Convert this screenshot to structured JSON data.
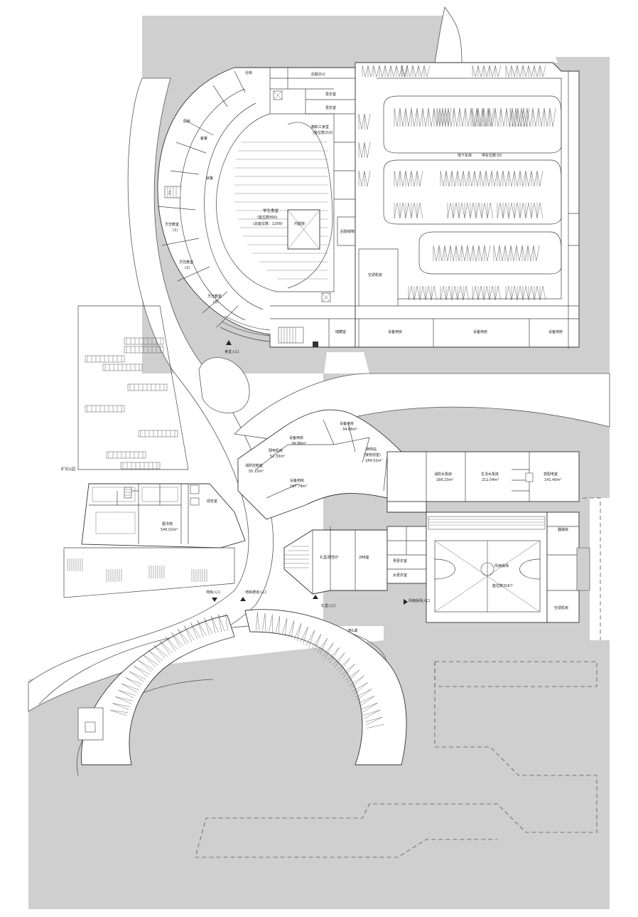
{
  "labels": {
    "warehouse": "仓库",
    "logistics_office": "后勤办公",
    "changing_room_1": "更衣室",
    "changing_room_2": "更衣室",
    "staff_canteen": "教职工食堂",
    "staff_canteen_seats": "(座位数210)",
    "kitchen": "厨房",
    "dining_space": "备餐",
    "dining_hall": "就餐",
    "student_canteen": "学生食堂",
    "student_canteen_seats": "(座位数990)",
    "student_canteen_total": "(总座位数：1200)",
    "underground_garage": "地下车库",
    "parking_spaces": "停车位数:93",
    "classroom_1": "烹饪教室",
    "classroom_1_no": "(1)",
    "classroom_2": "烹饪教室",
    "classroom_2_no": "(2)",
    "classroom_3": "烹饪教室",
    "classroom_3_no": "(3)",
    "inner_courtyard": "内庭院",
    "logistics_storage": "后勤储物",
    "ac_room": "空调机房",
    "storage": "储藏室",
    "equipment_room_1": "设备用房",
    "equipment_room_2": "设备用房",
    "canteen_entrance": "食堂入口",
    "mine_park": "矿坑公园",
    "equipment_room_3": "设备用房",
    "equipment_room_3_area": "34.88m²",
    "equipment_room_4": "设备用房",
    "weak_current_room": "弱电机房",
    "weak_current_area": "52.33m²",
    "fire_control_room": "消防控制室",
    "fire_control_area": "55.15m²",
    "heat_exchange": "换热站",
    "heat_exchange_sub": "(接管前室)",
    "heat_exchange_area": "184.02m²",
    "equipment_room_5": "设备用房",
    "equipment_room_5_area": "187.78m²",
    "fire_pump_room": "消防水泵房",
    "fire_pump_area": "166.23m²",
    "domestic_pump_room": "生活水泵房",
    "domestic_pump_area": "211.04m²",
    "substation": "变配电室",
    "substation_area": "141.40m²",
    "library": "图书馆",
    "library_area": "545.02m²",
    "reading_room": "阅览室",
    "auditorium": "礼堂/报告厅",
    "auditorium_seats": "288座",
    "auditorium_entrance": "礼堂入口",
    "rain_stadium": "风雨操场",
    "bleacher_seats": "座位数316个",
    "stadium_entrance": "风雨操场入口",
    "equipment_store": "器械库",
    "ac_room_2": "空调机房",
    "male_changing": "男更衣室",
    "female_changing": "女更衣室",
    "garage_entrance": "地库入口",
    "garage_ramp_entrance": "地库坡道入口",
    "west_exit": "西1湖",
    "stair_up": "上"
  },
  "colors": {
    "site_gray": "#cfcfcf",
    "building_fill": "#ffffff",
    "line": "#333333"
  }
}
